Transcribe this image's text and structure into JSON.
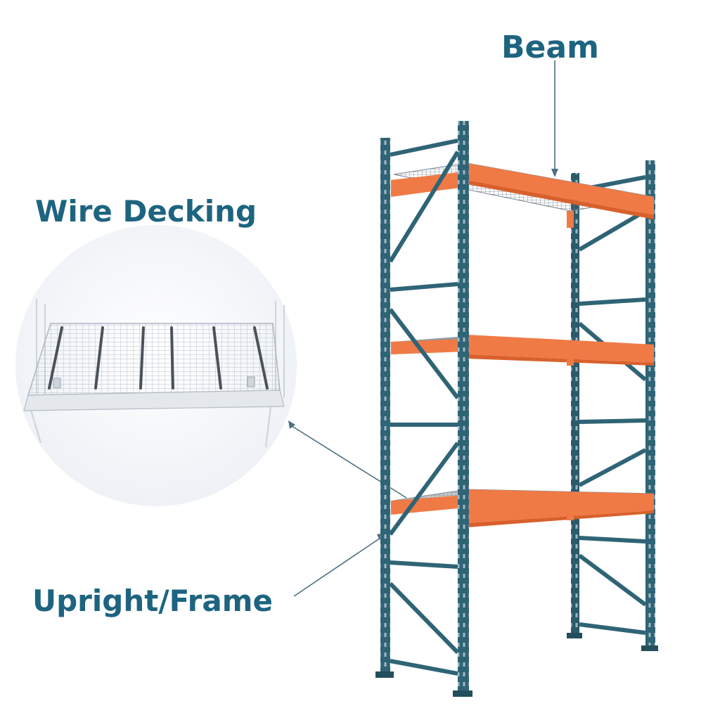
{
  "labels": {
    "beam": "Beam",
    "wire_decking": "Wire Decking",
    "upright_frame": "Upright/Frame"
  },
  "colors": {
    "label": "#1d6480",
    "upright": "#2f6476",
    "upright_dark": "#234e5c",
    "beam": "#f07a45",
    "beam_dark": "#d9602c",
    "decking": "#8e9aa6",
    "leader_line": "#4d6f80"
  }
}
